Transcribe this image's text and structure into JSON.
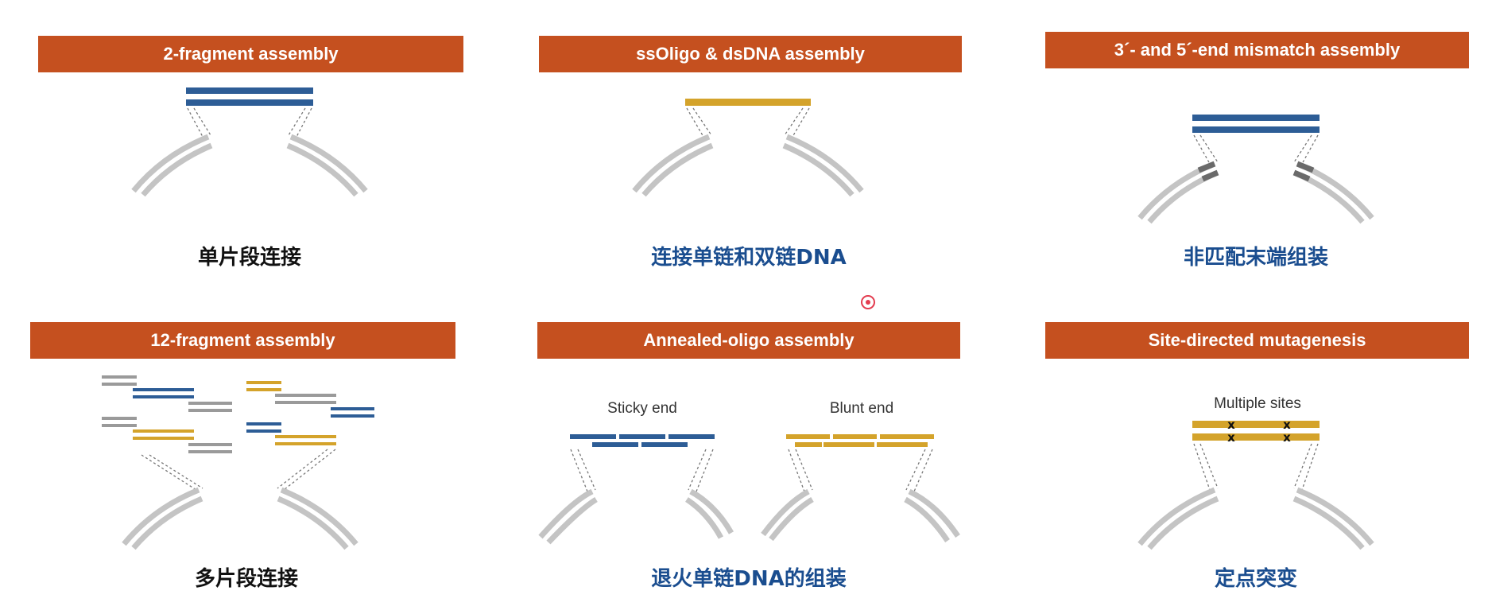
{
  "colors": {
    "banner": "#c5501f",
    "blue_strand": "#2d5d96",
    "gold_strand": "#d4a32b",
    "gray_strand": "#9a9a9a",
    "vector": "#c4c4c4",
    "caption_blue": "#1a4d8f",
    "caption_black": "#111111"
  },
  "panels": [
    {
      "title": "2-fragment assembly",
      "caption": "单片段连接"
    },
    {
      "title": "ssOligo & dsDNA assembly",
      "caption": "连接单链和双链DNA"
    },
    {
      "title": "3´- and 5´-end mismatch assembly",
      "caption": "非匹配末端组装"
    },
    {
      "title": "12-fragment assembly",
      "caption": "多片段连接"
    },
    {
      "title": "Annealed-oligo assembly",
      "caption": "退火单链DNA的组装",
      "left_label": "Sticky end",
      "right_label": "Blunt end"
    },
    {
      "title": "Site-directed mutagenesis",
      "caption": "定点突变",
      "label": "Multiple sites",
      "mutation_mark": "x"
    }
  ]
}
